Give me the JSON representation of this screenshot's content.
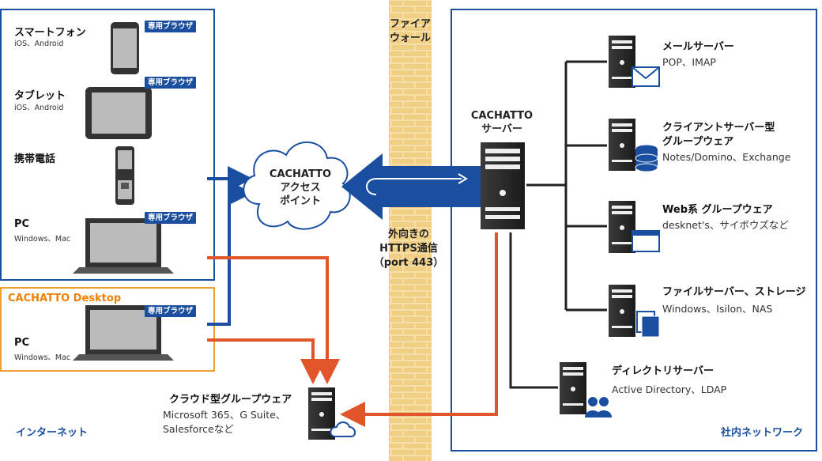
{
  "internet": {
    "label": "インターネット",
    "smartphone": {
      "title": "スマートフォン",
      "sub": "iOS、Android",
      "badge": "専用ブラウザ"
    },
    "tablet": {
      "title": "タブレット",
      "sub": "iOS、Android",
      "badge": "専用ブラウザ"
    },
    "mobile": {
      "title": "携帯電話"
    },
    "pc": {
      "title": "PC",
      "sub": "Windows、Mac",
      "badge": "専用ブラウザ"
    }
  },
  "desktop": {
    "label": "CACHATTO Desktop",
    "pc": {
      "title": "PC",
      "sub": "Windows、Mac",
      "badge": "専用ブラウザ"
    }
  },
  "firewall": {
    "line1": "ファイア",
    "line2": "ウォール"
  },
  "access_point": {
    "line1": "CACHATTO",
    "line2": "アクセス",
    "line3": "ポイント"
  },
  "https": {
    "line1": "外向きの",
    "line2": "HTTPS通信",
    "line3": "（port 443）"
  },
  "cachatto_server": {
    "line1": "CACHATTO",
    "line2": "サーバー"
  },
  "cloud_groupware": {
    "title": "クラウド型グループウェア",
    "line1": "Microsoft 365、G Suite、",
    "line2": "Salesforceなど"
  },
  "servers": [
    {
      "name": "メールサーバー",
      "sub": "POP、IMAP"
    },
    {
      "name": "クライアントサーバー型",
      "name2": "グループウェア",
      "sub": "Notes/Domino、Exchange"
    },
    {
      "name": "Web系 グループウェア",
      "sub": "desknet's、サイボウズなど"
    },
    {
      "name": "ファイルサーバー、ストレージ",
      "sub": "Windows、Isilon、NAS"
    },
    {
      "name": "ディレクトリサーバー",
      "sub": "Active Directory、LDAP"
    }
  ],
  "intranet": {
    "label": "社内ネットワーク"
  },
  "colors": {
    "blue": "#1a4fa0",
    "orange": "#e0562a",
    "desktop_border": "#f0a030",
    "wall": "#f3d79a"
  }
}
